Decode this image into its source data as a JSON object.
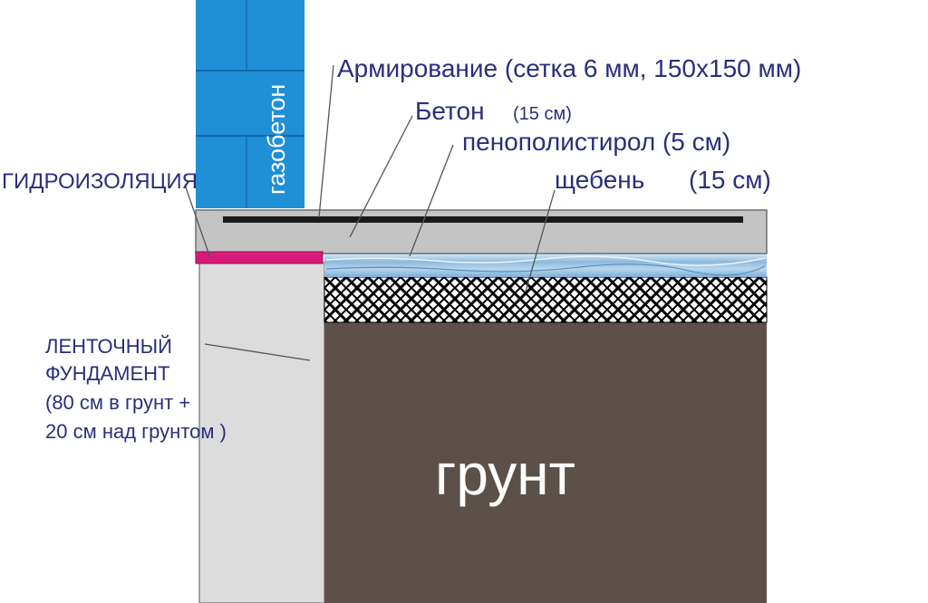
{
  "labels": {
    "armirovanie": "Армирование (сетка 6 мм, 150х150 мм)",
    "beton": "Бетон",
    "beton_thickness": "(15 см)",
    "penopolistirol": "пенополистирол (5 см)",
    "shcheben": "щебень",
    "shcheben_thickness": "(15 см)",
    "gidroizolyaciya": "ГИДРОИЗОЛЯЦИЯ",
    "gazobeton": "газобетон",
    "fundament_line1": "ЛЕНТОЧНЫЙ",
    "fundament_line2": "ФУНДАМЕНТ",
    "fundament_line3": "(80 см в грунт +",
    "fundament_line4": "20 см над грунтом )",
    "grunt": "грунт"
  },
  "colors": {
    "label_text": "#2b2f7a",
    "gazobeton": "#1f8fd6",
    "concrete_slab": "#c4c4c4",
    "reinforcement": "#1a1a1a",
    "waterproofing": "#d81b78",
    "foam": "#9fc4e2",
    "gravel": "#000000",
    "foundation": "#dcdcdc",
    "soil": "#5c514a",
    "soil_text": "#ffffff"
  }
}
